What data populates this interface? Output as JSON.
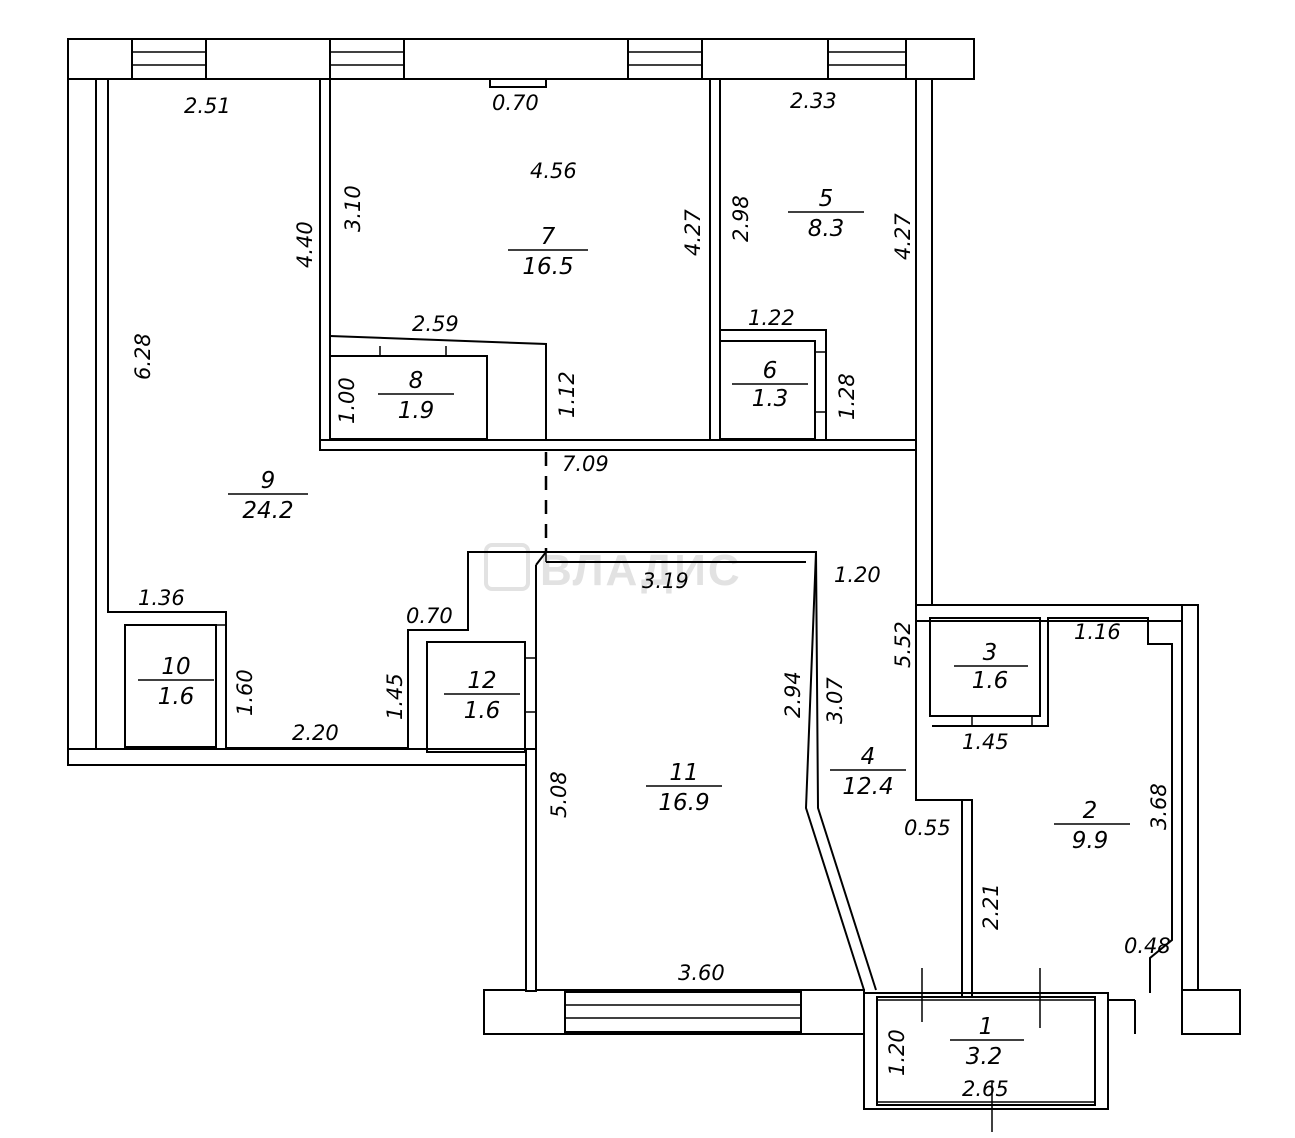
{
  "watermark": "ВЛАДИС",
  "rooms": [
    {
      "number": "1",
      "area": "3.2"
    },
    {
      "number": "2",
      "area": "9.9"
    },
    {
      "number": "3",
      "area": "1.6"
    },
    {
      "number": "4",
      "area": "12.4"
    },
    {
      "number": "5",
      "area": "8.3"
    },
    {
      "number": "6",
      "area": "1.3"
    },
    {
      "number": "7",
      "area": "16.5"
    },
    {
      "number": "8",
      "area": "1.9"
    },
    {
      "number": "9",
      "area": "24.2"
    },
    {
      "number": "10",
      "area": "1.6"
    },
    {
      "number": "11",
      "area": "16.9"
    },
    {
      "number": "12",
      "area": "1.6"
    }
  ],
  "dimensions": [
    "2.51",
    "0.70",
    "2.33",
    "4.56",
    "3.10",
    "4.40",
    "4.27",
    "2.98",
    "4.27",
    "6.28",
    "2.59",
    "1.22",
    "1.00",
    "1.12",
    "1.28",
    "7.09",
    "3.19",
    "1.20",
    "5.52",
    "1.36",
    "0.70",
    "1.16",
    "1.60",
    "1.45",
    "2.94",
    "3.07",
    "2.20",
    "1.45",
    "5.08",
    "0.55",
    "3.68",
    "2.21",
    "0.48",
    "3.60",
    "1.20",
    "2.65"
  ]
}
